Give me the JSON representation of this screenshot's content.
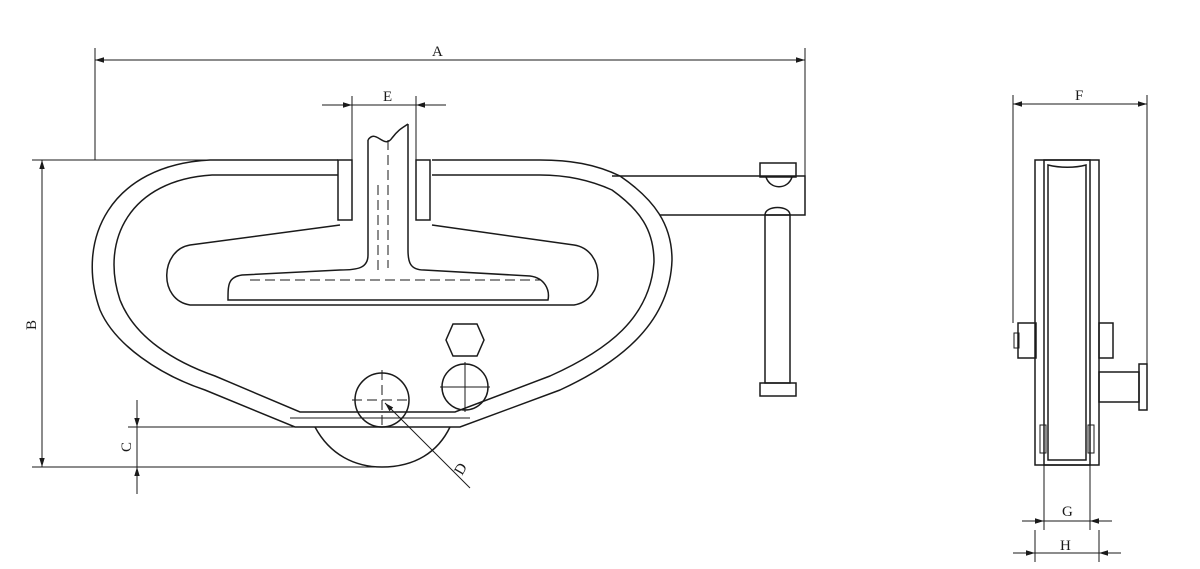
{
  "drawing": {
    "dimension_labels": {
      "a": "A",
      "b": "B",
      "c": "C",
      "d": "D",
      "e": "E",
      "f": "F",
      "g": "G",
      "h": "H"
    },
    "colors": {
      "line": "#1a1a1a",
      "background": "#ffffff"
    }
  }
}
